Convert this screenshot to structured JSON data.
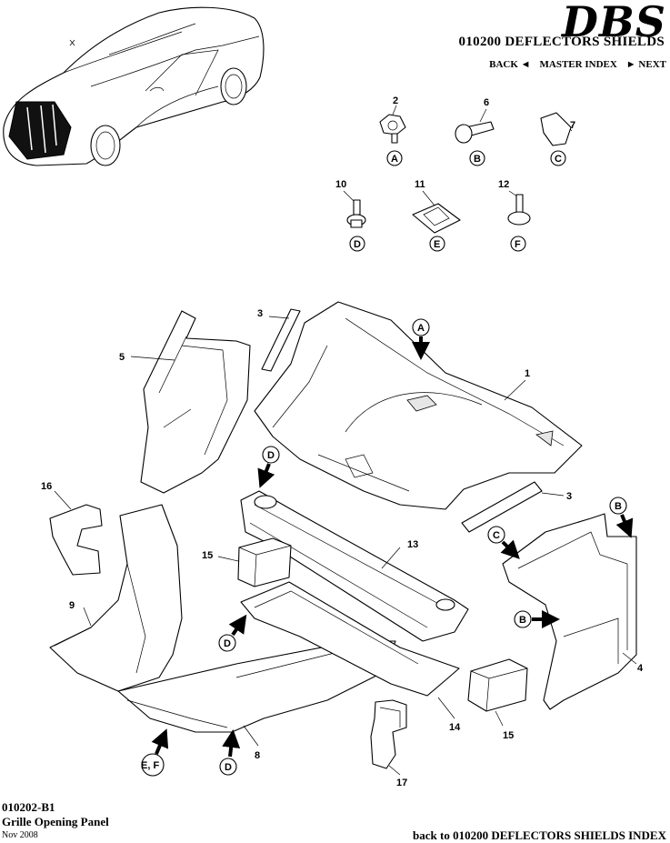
{
  "header": {
    "logo": "DBS",
    "title": "010200 DEFLECTORS SHIELDS",
    "nav": {
      "back": "BACK ◄",
      "master": "MASTER INDEX",
      "next": "► NEXT"
    }
  },
  "footer": {
    "code": "010202-B1",
    "name": "Grille Opening Panel",
    "date": "Nov 2008",
    "backlink": "back to 010200 DEFLECTORS SHIELDS INDEX"
  },
  "hardware": [
    {
      "num": "2",
      "letter": "A"
    },
    {
      "num": "6",
      "letter": "B"
    },
    {
      "num": "7",
      "letter": "C"
    },
    {
      "num": "10",
      "letter": "D"
    },
    {
      "num": "11",
      "letter": "E"
    },
    {
      "num": "12",
      "letter": "F"
    }
  ],
  "callouts": {
    "n1": "1",
    "n3a": "3",
    "n3b": "3",
    "n4": "4",
    "n5": "5",
    "n8": "8",
    "n9": "9",
    "n13": "13",
    "n14": "14",
    "n15a": "15",
    "n15b": "15",
    "n16": "16",
    "n17": "17"
  },
  "arrows": {
    "a_panel": "A",
    "d_brace": "D",
    "c_right": "C",
    "b_top": "B",
    "b_mid": "B",
    "d_tray": "D",
    "d_duct": "D",
    "ef_duct": "E, F"
  },
  "icons": {
    "car": "car-illustration-icon"
  }
}
